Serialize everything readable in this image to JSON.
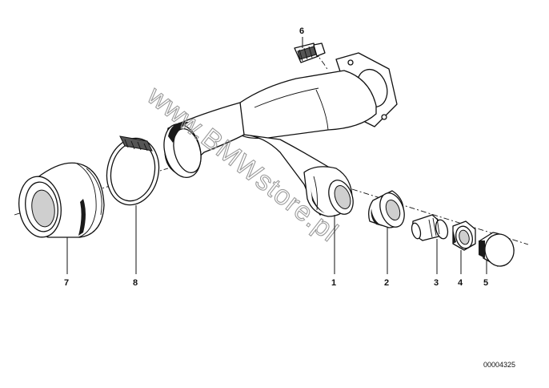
{
  "watermark": "www.BMWstore.pl",
  "drawing_number": "00004325",
  "part_labels": {
    "p1": "1",
    "p2": "2",
    "p3": "3",
    "p4": "4",
    "p5": "5",
    "p6": "6",
    "p7": "7",
    "p8": "8"
  }
}
